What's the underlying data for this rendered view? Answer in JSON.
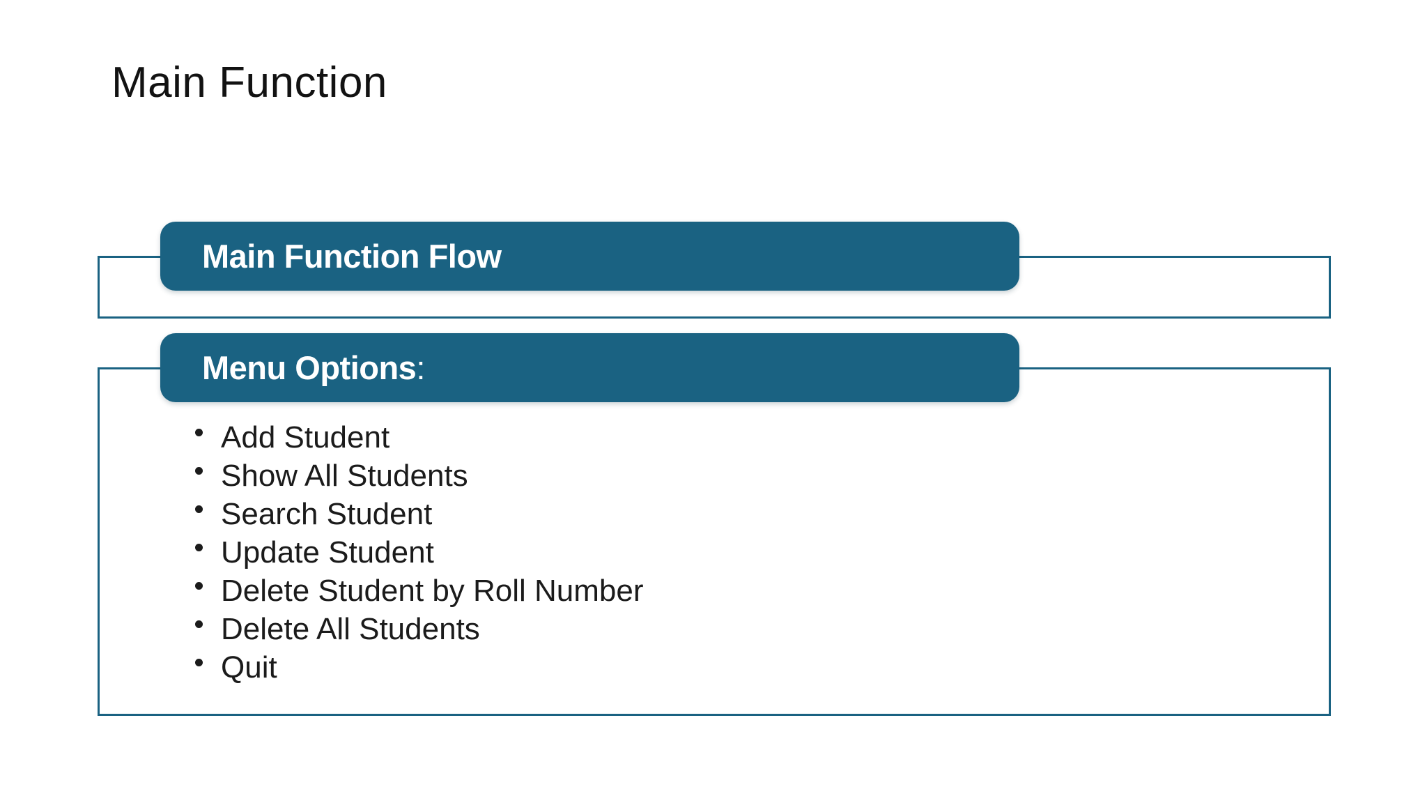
{
  "slide": {
    "title": "Main Function",
    "theme": {
      "accent": "#1a6282",
      "bar_text_color": "#ffffff",
      "body_text_color": "#1b1b1b",
      "title_color": "#121212",
      "background": "#ffffff"
    },
    "sections": [
      {
        "heading": "Main Function Flow",
        "heading_suffix": "",
        "items": []
      },
      {
        "heading": "Menu Options",
        "heading_suffix": ":",
        "items": [
          "Add Student",
          "Show All Students",
          "Search Student",
          "Update Student",
          "Delete Student by Roll Number",
          "Delete All Students",
          "Quit"
        ]
      }
    ]
  }
}
